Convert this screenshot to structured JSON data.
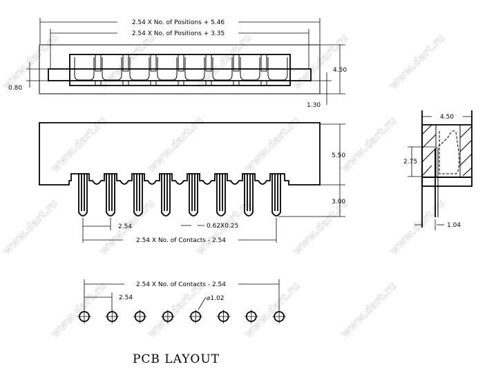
{
  "watermark": "www.dart.ru",
  "top_view": {
    "overall_length": "2.54 X No. of Positions + 5.46",
    "inner_length": "2.54 X No. of Positions + 3.35",
    "height": "4.50",
    "flange": "0.80",
    "offset": "1.30",
    "positions": 8
  },
  "front_view": {
    "body_height": "5.50",
    "pin_length": "3.00",
    "pitch": "2.54",
    "pin_size": "0.62X0.25",
    "contacts_span": "2.54 X No. of Contacts - 2.54",
    "contacts": 8
  },
  "side_view": {
    "width": "4.50",
    "height": "2.75",
    "pin_offset": "1.04"
  },
  "pcb_layout": {
    "title": "PCB LAYOUT",
    "span": "2.54 X No. of Contacts - 2.54",
    "pitch": "2.54",
    "hole_diameter": "⌀1.02",
    "holes": 8
  }
}
